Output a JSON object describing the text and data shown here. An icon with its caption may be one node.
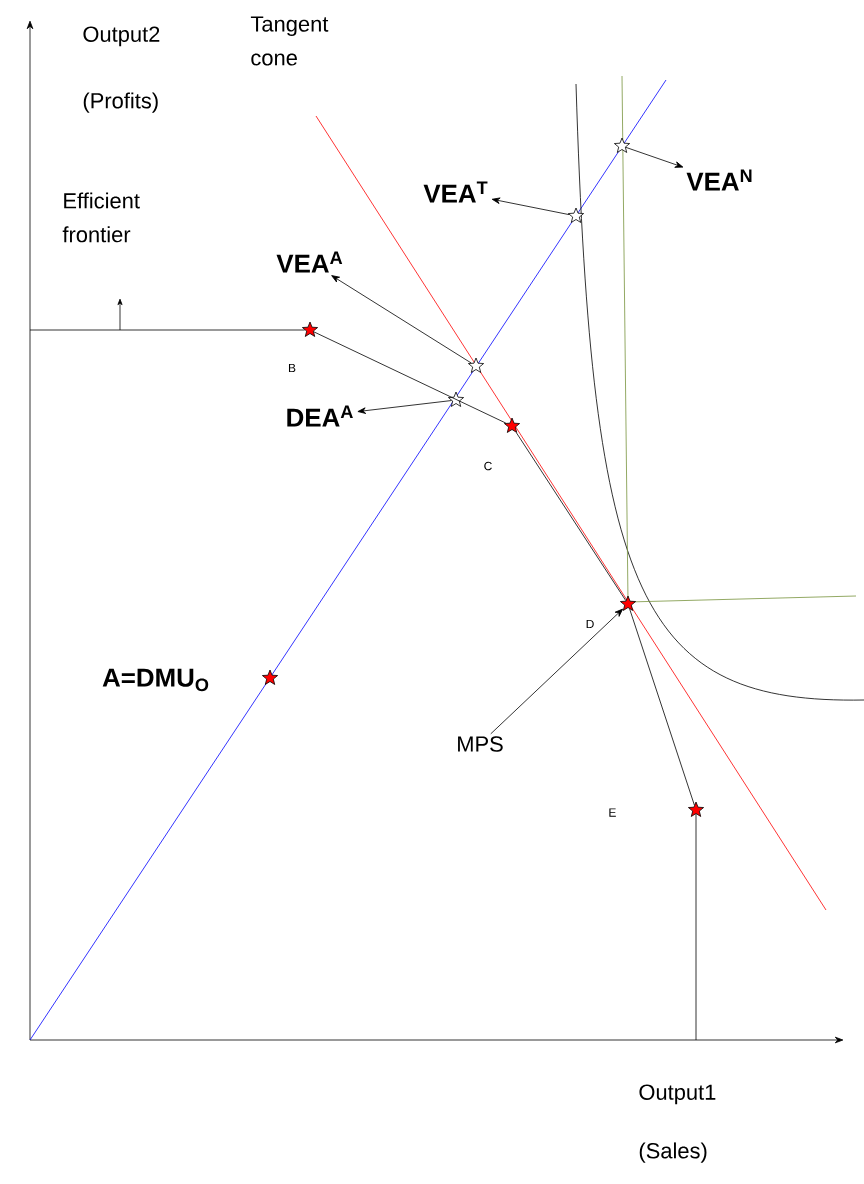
{
  "diagram": {
    "nodes": [
      {
        "text": [],
        "shape": "star"
      },
      {
        "text": [],
        "shape": "star"
      },
      {
        "text": [
          "VEA$^{T}$"
        ]
      },
      {
        "text": [
          "VEA$^{N}$"
        ]
      },
      {
        "text": [
          "VEA$^{A}$"
        ]
      },
      {
        "text": [],
        "shape": "star",
        "beside": [
          "B"
        ]
      },
      {
        "text": [],
        "shape": "star"
      },
      {
        "text": [
          "DEA$^{A}$"
        ]
      },
      {
        "text": [],
        "shape": "star"
      },
      {
        "text": [],
        "shape": "star",
        "beside": [
          "C"
        ]
      },
      {
        "text": [],
        "shape": "star",
        "beside": [
          "D"
        ]
      },
      {
        "text": [
          "MPS"
        ]
      },
      {
        "text": [],
        "shape": "star",
        "beside": [
          "A=DMU$_{O}$"
        ]
      },
      {
        "text": [],
        "shape": "star"
      }
    ],
    "edges": [
      {
        "from": 0,
        "to": 2,
        "arrow": "to"
      },
      {
        "from": 1,
        "to": 3,
        "arrow": "to"
      },
      {
        "from": 6,
        "to": 4,
        "arrow": "to"
      },
      {
        "from": 8,
        "to": 7,
        "arrow": "to"
      },
      {
        "from": 11,
        "to": 10,
        "arrow": "to"
      },
      {
        "from": null,
        "to": 5,
        "arrow": "none"
      },
      {
        "from": 5,
        "to": 9,
        "arrow": "none"
      },
      {
        "from": 9,
        "to": 10,
        "arrow": "none"
      },
      {
        "from": 10,
        "to": 13,
        "arrow": "none"
      },
      {
        "from": 13,
        "to": null,
        "arrow": "none"
      }
    ],
    "labels": [
      "Output2",
      "(Profits)",
      "Tangent cone",
      "Efficient frontier",
      "E",
      "Output1",
      "(Sales)"
    ]
  }
}
